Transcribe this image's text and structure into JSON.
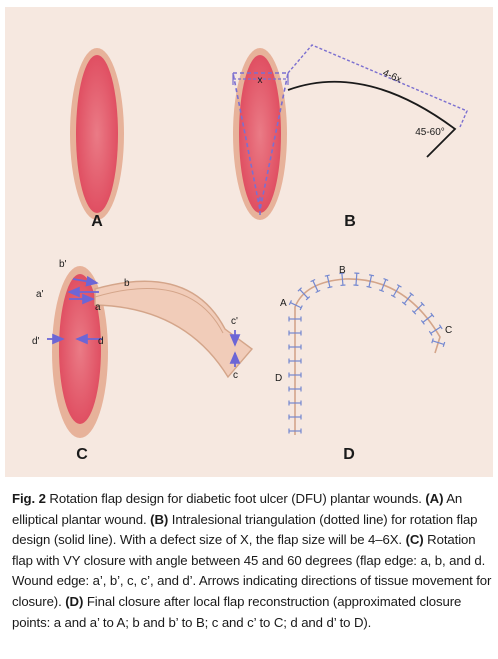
{
  "figure": {
    "colors": {
      "panel_bg": "#f6e8e0",
      "wound_outer": "#e7b29a",
      "wound_inner": "#e35d6e",
      "arrow_blue": "#6c66d6",
      "dotted_purple": "#7b6fd0",
      "closure_line": "#d4a58a",
      "suture_blue": "#7488d0",
      "black": "#1a1a1a"
    },
    "panels": {
      "A": {
        "letter": "A"
      },
      "B": {
        "letter": "B",
        "defect_label": "x",
        "flap_label": "4-6x",
        "angle_label": "45-60°"
      },
      "C": {
        "letter": "C",
        "point_labels": {
          "b_prime": "b'",
          "a_prime": "a'",
          "a": "a",
          "b": "b",
          "d_prime": "d'",
          "d": "d",
          "c_prime": "c'",
          "c": "c"
        }
      },
      "D": {
        "letter": "D",
        "point_labels": {
          "A": "A",
          "B": "B",
          "C": "C",
          "D": "D"
        }
      }
    }
  },
  "caption": {
    "fig_label": "Fig. 2",
    "title": "Rotation flap design for diabetic foot ulcer (DFU) plantar wounds.",
    "A_tag": "(A)",
    "A_text": "An elliptical plantar wound.",
    "B_tag": "(B)",
    "B_text": "Intralesional triangulation (dotted line) for rotation flap design (solid line). With a defect size of X, the flap size will be 4–6X.",
    "C_tag": "(C)",
    "C_text": "Rotation flap with VY closure with angle between 45 and 60 degrees (flap edge: a, b, and d. Wound edge: a’, b’, c, c’, and d’. Arrows indicating directions of tissue movement for closure).",
    "D_tag": "(D)",
    "D_text": "Final closure after local flap reconstruction (approximated closure points: a and a’ to A; b and b’ to B; c and c’ to C; d and d’ to D)."
  }
}
